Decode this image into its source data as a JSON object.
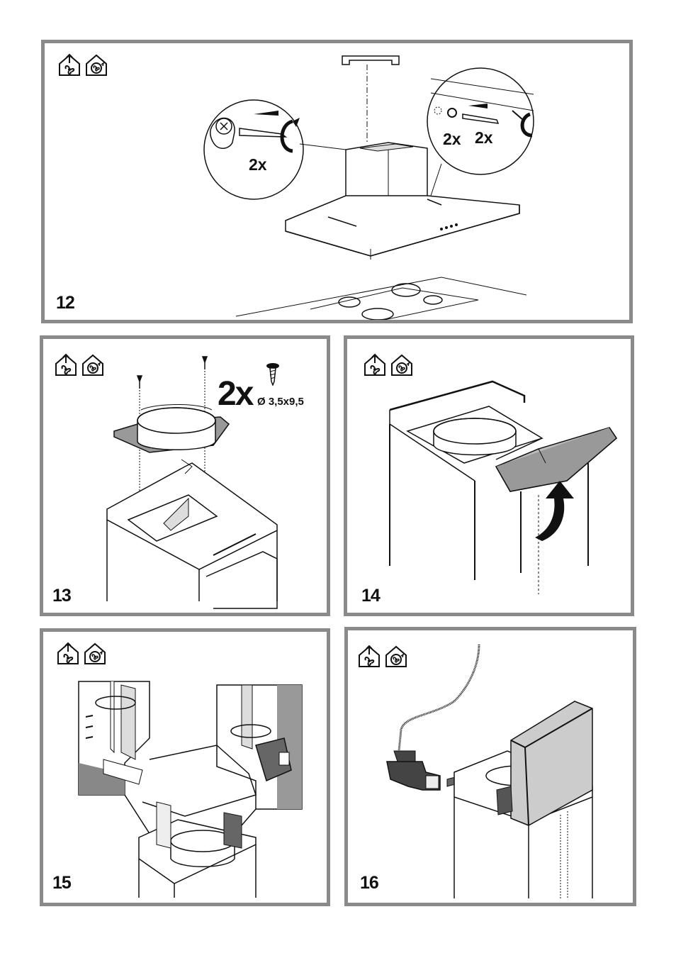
{
  "panels": [
    {
      "step": "12",
      "labels": {
        "count_left": "2x",
        "count_right_a": "2x",
        "count_right_b": "2x"
      }
    },
    {
      "step": "13",
      "labels": {
        "count": "2x",
        "screw_size": "Ø 3,5x9,5"
      }
    },
    {
      "step": "14"
    },
    {
      "step": "15"
    },
    {
      "step": "16"
    }
  ],
  "icons": [
    "extraction-mode-icon",
    "recirculation-mode-icon"
  ]
}
